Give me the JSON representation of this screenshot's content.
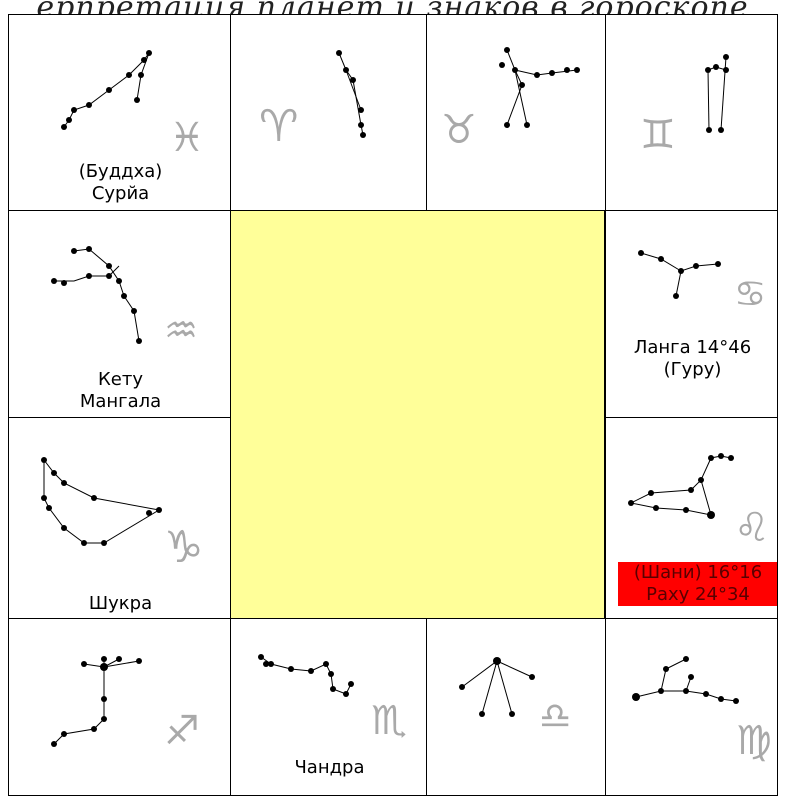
{
  "title_text": "ерпретация планет и знаков в гороскопе",
  "houses": {
    "pisces": {
      "sign": "♓",
      "lines": [
        "(Буддха)",
        "Сурйа"
      ]
    },
    "aries": {
      "sign": "♈",
      "lines": []
    },
    "taurus": {
      "sign": "♉",
      "lines": []
    },
    "gemini": {
      "sign": "♊",
      "lines": []
    },
    "aquarius": {
      "sign": "♒",
      "lines": [
        "Кету",
        "Мангала"
      ]
    },
    "cancer": {
      "sign": "♋",
      "lines": [
        "Ланга 14°46",
        "(Гуру)"
      ]
    },
    "capricorn": {
      "sign": "♑",
      "lines": [
        "Шукра"
      ]
    },
    "leo": {
      "sign": "♌",
      "lines": [
        "(Шани) 16°16",
        "Раху 24°34"
      ]
    },
    "sagittarius": {
      "sign": "♐",
      "lines": []
    },
    "scorpio": {
      "sign": "♏",
      "lines": [
        "Чандра"
      ]
    },
    "libra": {
      "sign": "♎",
      "lines": []
    },
    "virgo": {
      "sign": "♍",
      "lines": []
    }
  },
  "colors": {
    "center": "#ffff99",
    "highlight": "#ff0000",
    "sign_glyph": "#a9a9a9"
  }
}
